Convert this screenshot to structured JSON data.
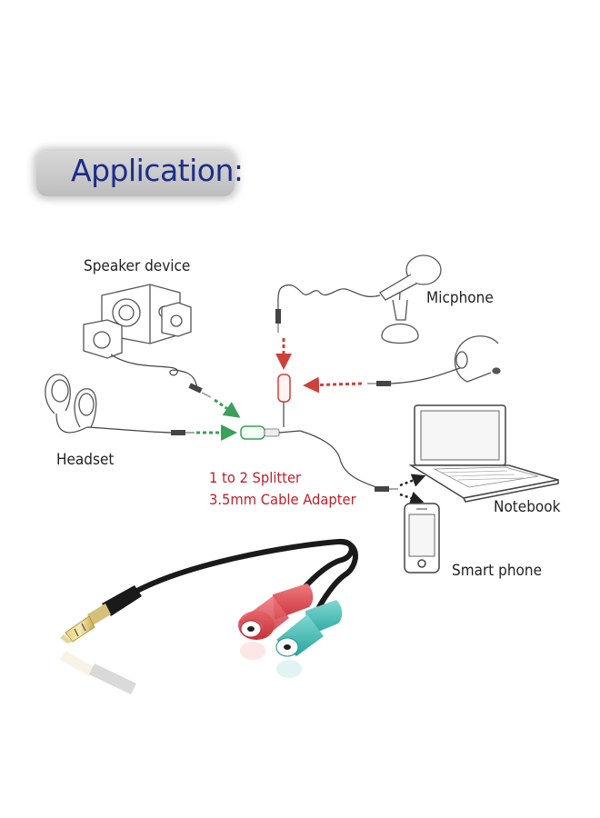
{
  "title": "Application:",
  "labels": {
    "speaker": "Speaker device",
    "micphone": "Micphone",
    "headset": "Headset",
    "notebook": "Notebook",
    "smartphone": "Smart phone"
  },
  "splitter": {
    "line1": "1 to 2 Splitter",
    "line2": "3.5mm Cable Adapter"
  },
  "colors": {
    "title": "#1c2d8a",
    "banner": "#c8c8c8",
    "label_red": "#c0202a",
    "arrow_green": "#3aa05a",
    "arrow_red": "#d0403a",
    "plug_red": "#d9474c",
    "plug_cyan": "#3bb7b0",
    "cable": "#1a1a1a"
  }
}
